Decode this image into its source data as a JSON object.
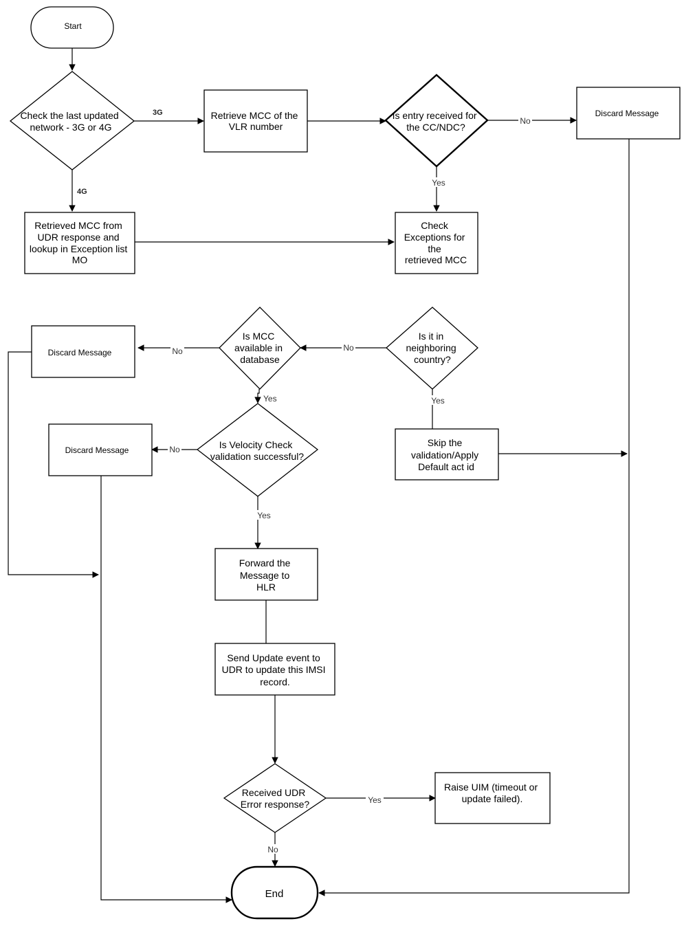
{
  "nodes": {
    "start": "Start",
    "check_network": [
      "Check the last updated",
      "network - 3G or 4G"
    ],
    "retrieve_mcc_vlr": [
      "Retrieve MCC of the",
      "VLR number"
    ],
    "entry_received": [
      "Is entry received for",
      "the CC/NDC?"
    ],
    "discard_1": "Discard Message",
    "retrieved_mcc_udr": [
      "Retrieved MCC from",
      "UDR response and",
      "lookup in Exception list",
      "MO"
    ],
    "check_exceptions": [
      "Check",
      "Exceptions for",
      "the",
      "retrieved MCC"
    ],
    "discard_2": "Discard Message",
    "mcc_available": [
      "Is MCC",
      "available in",
      "database"
    ],
    "neighboring": [
      "Is it in",
      "neighboring",
      "country?"
    ],
    "discard_3": "Discard Message",
    "velocity_check": [
      "Is Velocity Check",
      "validation successful?"
    ],
    "skip_validation": [
      "Skip the",
      "validation/Apply",
      "Default act id"
    ],
    "forward_message": [
      "Forward the",
      "Message to",
      "HLR"
    ],
    "send_update": [
      "Send Update event to",
      "UDR to update this IMSI",
      "record."
    ],
    "udr_error": [
      "Received UDR",
      "Error response?"
    ],
    "raise_uim": [
      "Raise UIM (timeout or",
      "update failed)."
    ],
    "end": "End"
  },
  "edge_labels": {
    "net_3g": "3G",
    "net_4g": "4G",
    "entry_no": "No",
    "entry_yes": "Yes",
    "mcc_no": "No",
    "neighbor_no": "No",
    "mcc_yes": "Yes",
    "neighbor_yes": "Yes",
    "velocity_no": "No",
    "velocity_yes": "Yes",
    "udr_yes": "Yes",
    "udr_no": "No"
  }
}
